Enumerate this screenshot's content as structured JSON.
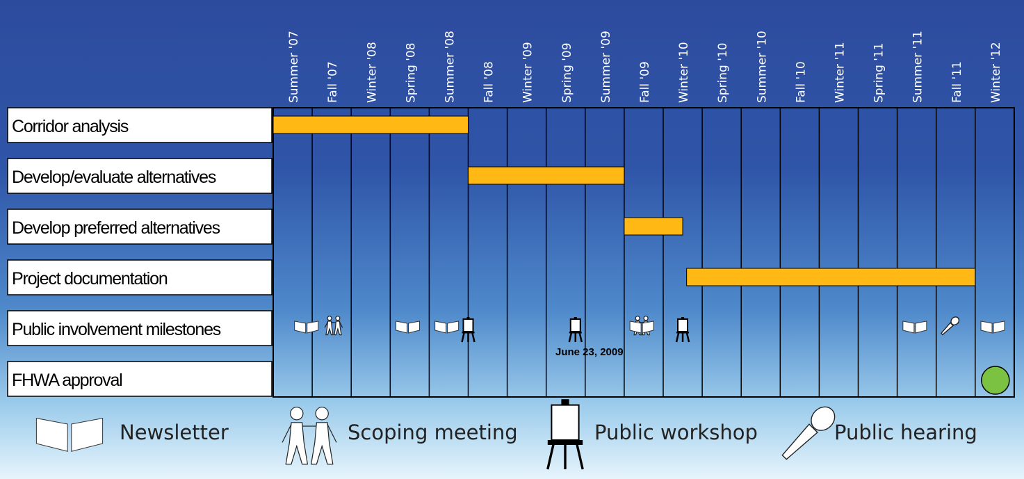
{
  "chart_data": {
    "type": "gantt",
    "periods": [
      "Summer '07",
      "Fall '07",
      "Winter '08",
      "Spring '08",
      "Summer '08",
      "Fall '08",
      "Winter '09",
      "Spring '09",
      "Summer '09",
      "Fall '09",
      "Winter '10",
      "Spring '10",
      "Summer '10",
      "Fall '10",
      "Winter '11",
      "Spring '11",
      "Summer '11",
      "Fall '11",
      "Winter '12"
    ],
    "tasks": [
      {
        "label": "Corridor analysis",
        "start": 0,
        "end": 5
      },
      {
        "label": "Develop/evaluate alternatives",
        "start": 5,
        "end": 9
      },
      {
        "label": "Develop preferred alternatives",
        "start": 9,
        "end": 10.5
      },
      {
        "label": "Project documentation",
        "start": 10.6,
        "end": 18
      },
      {
        "label": "Public involvement milestones"
      },
      {
        "label": "FHWA approval"
      }
    ],
    "milestones": [
      {
        "type": "newsletter",
        "pos": 0.85
      },
      {
        "type": "scoping",
        "pos": 1.55
      },
      {
        "type": "newsletter",
        "pos": 3.45
      },
      {
        "type": "newsletter",
        "pos": 4.45
      },
      {
        "type": "workshop",
        "pos": 5.0
      },
      {
        "type": "workshop",
        "pos": 7.75
      },
      {
        "type": "scoping",
        "pos": 9.45
      },
      {
        "type": "newsletter",
        "pos": 9.45
      },
      {
        "type": "workshop",
        "pos": 10.5
      },
      {
        "type": "newsletter",
        "pos": 16.45
      },
      {
        "type": "hearing",
        "pos": 17.35
      },
      {
        "type": "newsletter",
        "pos": 18.45
      }
    ],
    "annotations": [
      {
        "text": "June 23, 2009",
        "pos": 8.0
      }
    ],
    "approval": {
      "pos": 18.5
    },
    "legend": [
      {
        "type": "newsletter",
        "label": "Newsletter"
      },
      {
        "type": "scoping",
        "label": "Scoping meeting"
      },
      {
        "type": "workshop",
        "label": "Public workshop"
      },
      {
        "type": "hearing",
        "label": "Public hearing"
      }
    ],
    "colors": {
      "bar": "#FFB814",
      "approval": "#7CC242",
      "bg_top": "#2E4FA0",
      "bg_bottom": "#E4F3FC"
    }
  }
}
